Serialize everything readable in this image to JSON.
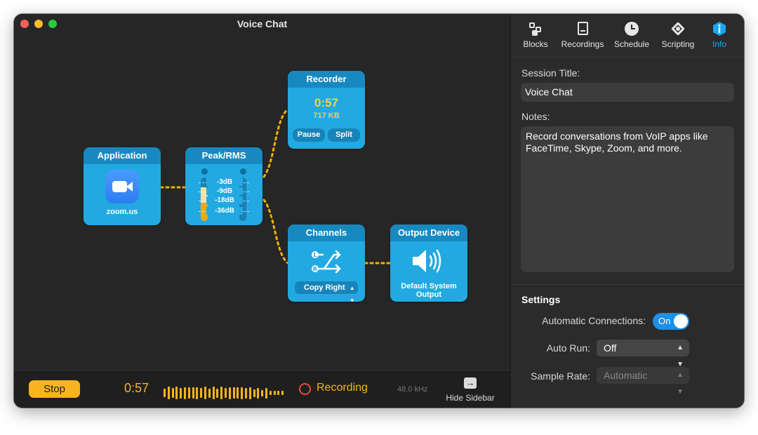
{
  "window": {
    "title": "Voice Chat"
  },
  "canvas": {
    "blocks": {
      "application": {
        "title": "Application",
        "label": "zoom.us",
        "icon": "zoom-camera-icon"
      },
      "peak_rms": {
        "title": "Peak/RMS",
        "db_labels": [
          "-3dB",
          "-9dB",
          "-18dB",
          "-36dB"
        ],
        "left_level": 0.78,
        "right_level": 0.0
      },
      "recorder": {
        "title": "Recorder",
        "time": "0:57",
        "size": "717 KB",
        "pause_label": "Pause",
        "split_label": "Split"
      },
      "channels": {
        "title": "Channels",
        "selected": "Copy Right",
        "icon": "channel-routing-icon"
      },
      "output_device": {
        "title": "Output Device",
        "label": "Default System Output",
        "icon": "speaker-icon"
      }
    }
  },
  "bottombar": {
    "stop_label": "Stop",
    "elapsed": "0:57",
    "status": "Recording",
    "sample_rate": "48.0 kHz",
    "hide_sidebar_label": "Hide Sidebar"
  },
  "sidebar": {
    "tabs": [
      {
        "label": "Blocks",
        "icon": "blocks-icon"
      },
      {
        "label": "Recordings",
        "icon": "recordings-icon"
      },
      {
        "label": "Schedule",
        "icon": "clock-icon"
      },
      {
        "label": "Scripting",
        "icon": "scripting-icon"
      },
      {
        "label": "Info",
        "icon": "info-icon",
        "active": true
      }
    ],
    "session_title_label": "Session Title:",
    "session_title_value": "Voice Chat",
    "notes_label": "Notes:",
    "notes_value": "Record conversations from VoIP apps like FaceTime, Skype, Zoom, and more.",
    "settings_heading": "Settings",
    "automatic_connections_label": "Automatic Connections:",
    "automatic_connections_value": "On",
    "auto_run_label": "Auto Run:",
    "auto_run_value": "Off",
    "sample_rate_label": "Sample Rate:",
    "sample_rate_value": "Automatic"
  },
  "colors": {
    "block_body": "#23a9e1",
    "block_header": "#1889c0",
    "accent_orange": "#f7b41e",
    "record_red": "#e24c3f",
    "active_tab": "#1aa6f0"
  }
}
